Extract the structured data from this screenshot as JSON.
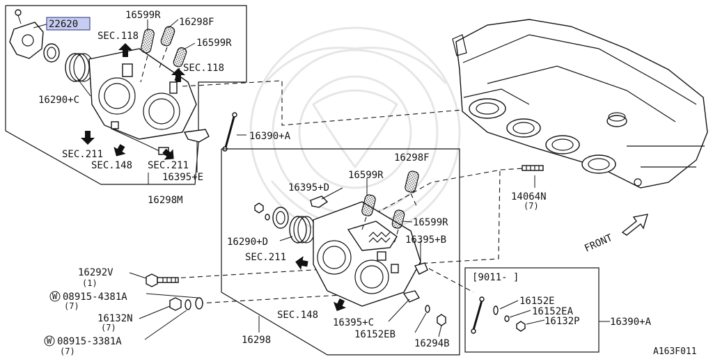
{
  "diagram": {
    "part_numbers": {
      "throttle_sensor": "22620",
      "hose_r_top": "16599R",
      "hose_f_top": "16298F",
      "hose_r_right": "16599R",
      "spring_top": "16290+C",
      "gasket_set_top": "16298M",
      "bracket_top": "16395+E",
      "rod_top": "16390+A",
      "hose_f_main": "16298F",
      "hose_r_main": "16599R",
      "bracket_d": "16395+D",
      "spring_d": "16290+D",
      "hose_r_main_right": "16599R",
      "bracket_b": "16395+B",
      "bolt_v": "16292V",
      "washer_a": "08915-4381A",
      "nut_n": "16132N",
      "washer_3381": "08915-3381A",
      "assembly_main": "16298",
      "bracket_c": "16395+C",
      "eb": "16152EB",
      "bolt_b": "16294B",
      "stud": "14064N",
      "e": "16152E",
      "ea": "16152EA",
      "p": "16132P",
      "rod_side": "16390+A"
    },
    "quantities": {
      "bolt_v_qty": "(1)",
      "washer_a_qty": "(7)",
      "nut_n_qty": "(7)",
      "washer_3381_qty": "(7)",
      "stud_qty": "(7)"
    },
    "section_refs": {
      "sec118_a": "SEC.118",
      "sec118_b": "SEC.118",
      "sec211_a": "SEC.211",
      "sec148_a": "SEC.148",
      "sec211_b": "SEC.211",
      "sec211_main": "SEC.211",
      "sec148_main": "SEC.148"
    },
    "washer_symbol": "W",
    "date_code": "[9011-    ]",
    "front_label": "FRONT",
    "drawing_id": "A163F011"
  }
}
